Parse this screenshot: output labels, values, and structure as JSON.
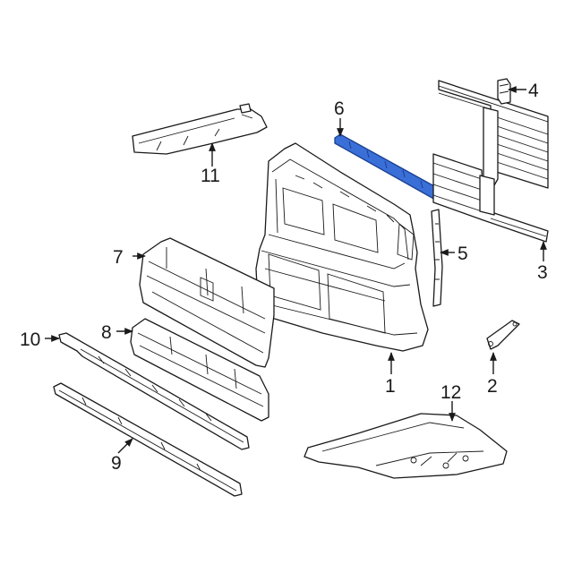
{
  "callouts": {
    "c1": "1",
    "c2": "2",
    "c3": "3",
    "c4": "4",
    "c5": "5",
    "c6": "6",
    "c7": "7",
    "c8": "8",
    "c9": "9",
    "c10": "10",
    "c11": "11",
    "c12": "12"
  },
  "colors": {
    "line": "#1a1a1a",
    "highlight": "#3a6fd8",
    "background": "#ffffff"
  }
}
